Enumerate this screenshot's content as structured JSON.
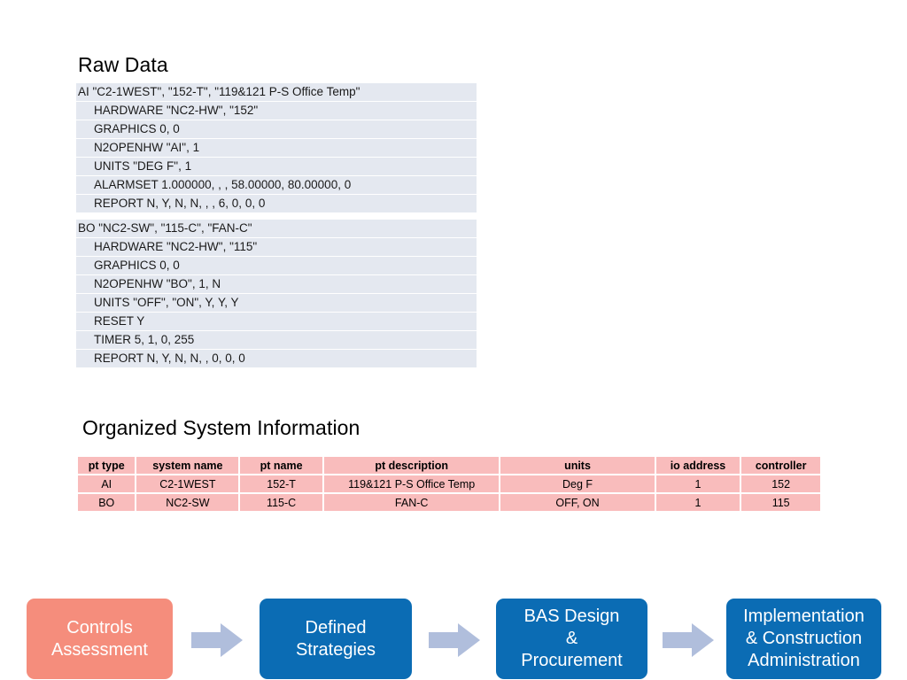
{
  "sections": {
    "raw_data_title": "Raw Data",
    "organized_title": "Organized System Information"
  },
  "raw_data": {
    "blocks": [
      {
        "name": "ai-point-block",
        "lines": [
          {
            "text": "AI \"C2-1WEST\", \"152-T\", \"119&121 P-S Office Temp\"",
            "indent": false
          },
          {
            "text": "HARDWARE \"NC2-HW\", \"152\"",
            "indent": true
          },
          {
            "text": "GRAPHICS 0, 0",
            "indent": true
          },
          {
            "text": "N2OPENHW \"AI\", 1",
            "indent": true
          },
          {
            "text": "UNITS \"DEG F\", 1",
            "indent": true
          },
          {
            "text": "ALARMSET 1.000000, , , 58.00000, 80.00000, 0",
            "indent": true
          },
          {
            "text": "REPORT N, Y, N, N, , , 6, 0, 0, 0",
            "indent": true
          }
        ]
      },
      {
        "name": "bo-point-block",
        "lines": [
          {
            "text": "BO \"NC2-SW\", \"115-C\", \"FAN-C\"",
            "indent": false
          },
          {
            "text": "HARDWARE \"NC2-HW\", \"115\"",
            "indent": true
          },
          {
            "text": "GRAPHICS 0, 0",
            "indent": true
          },
          {
            "text": "N2OPENHW \"BO\", 1, N",
            "indent": true
          },
          {
            "text": "UNITS \"OFF\", \"ON\", Y, Y, Y",
            "indent": true
          },
          {
            "text": "RESET Y",
            "indent": true
          },
          {
            "text": "TIMER 5, 1, 0, 255",
            "indent": true
          },
          {
            "text": "REPORT N, Y, N, N, , 0, 0, 0",
            "indent": true
          }
        ]
      }
    ]
  },
  "organized_table": {
    "columns": [
      {
        "key": "pt_type",
        "label": "pt type",
        "class": "col-pttype"
      },
      {
        "key": "system_name",
        "label": "system name",
        "class": "col-sysname"
      },
      {
        "key": "pt_name",
        "label": "pt name",
        "class": "col-ptname"
      },
      {
        "key": "pt_description",
        "label": "pt description",
        "class": "col-ptdesc"
      },
      {
        "key": "units",
        "label": "units",
        "class": "col-units"
      },
      {
        "key": "io_address",
        "label": "io address",
        "class": "col-ioaddr"
      },
      {
        "key": "controller",
        "label": "controller",
        "class": "col-controller"
      }
    ],
    "rows": [
      [
        "AI",
        "C2-1WEST",
        "152-T",
        "119&121 P-S Office Temp",
        "Deg F",
        "1",
        "152"
      ],
      [
        "BO",
        "NC2-SW",
        "115-C",
        "FAN-C",
        "OFF, ON",
        "1",
        "115"
      ]
    ]
  },
  "flow": {
    "arrow_color": "#b0bedc",
    "steps": [
      {
        "label": "Controls\nAssessment",
        "color": "#f58d7c",
        "style": "pink"
      },
      {
        "label": "Defined\nStrategies",
        "color": "#0b6cb4",
        "style": "blue"
      },
      {
        "label": "BAS Design\n&\nProcurement",
        "color": "#0b6cb4",
        "style": "blue"
      },
      {
        "label": "Implementation\n& Construction\nAdministration",
        "color": "#0b6cb4",
        "style": "blue"
      }
    ]
  }
}
